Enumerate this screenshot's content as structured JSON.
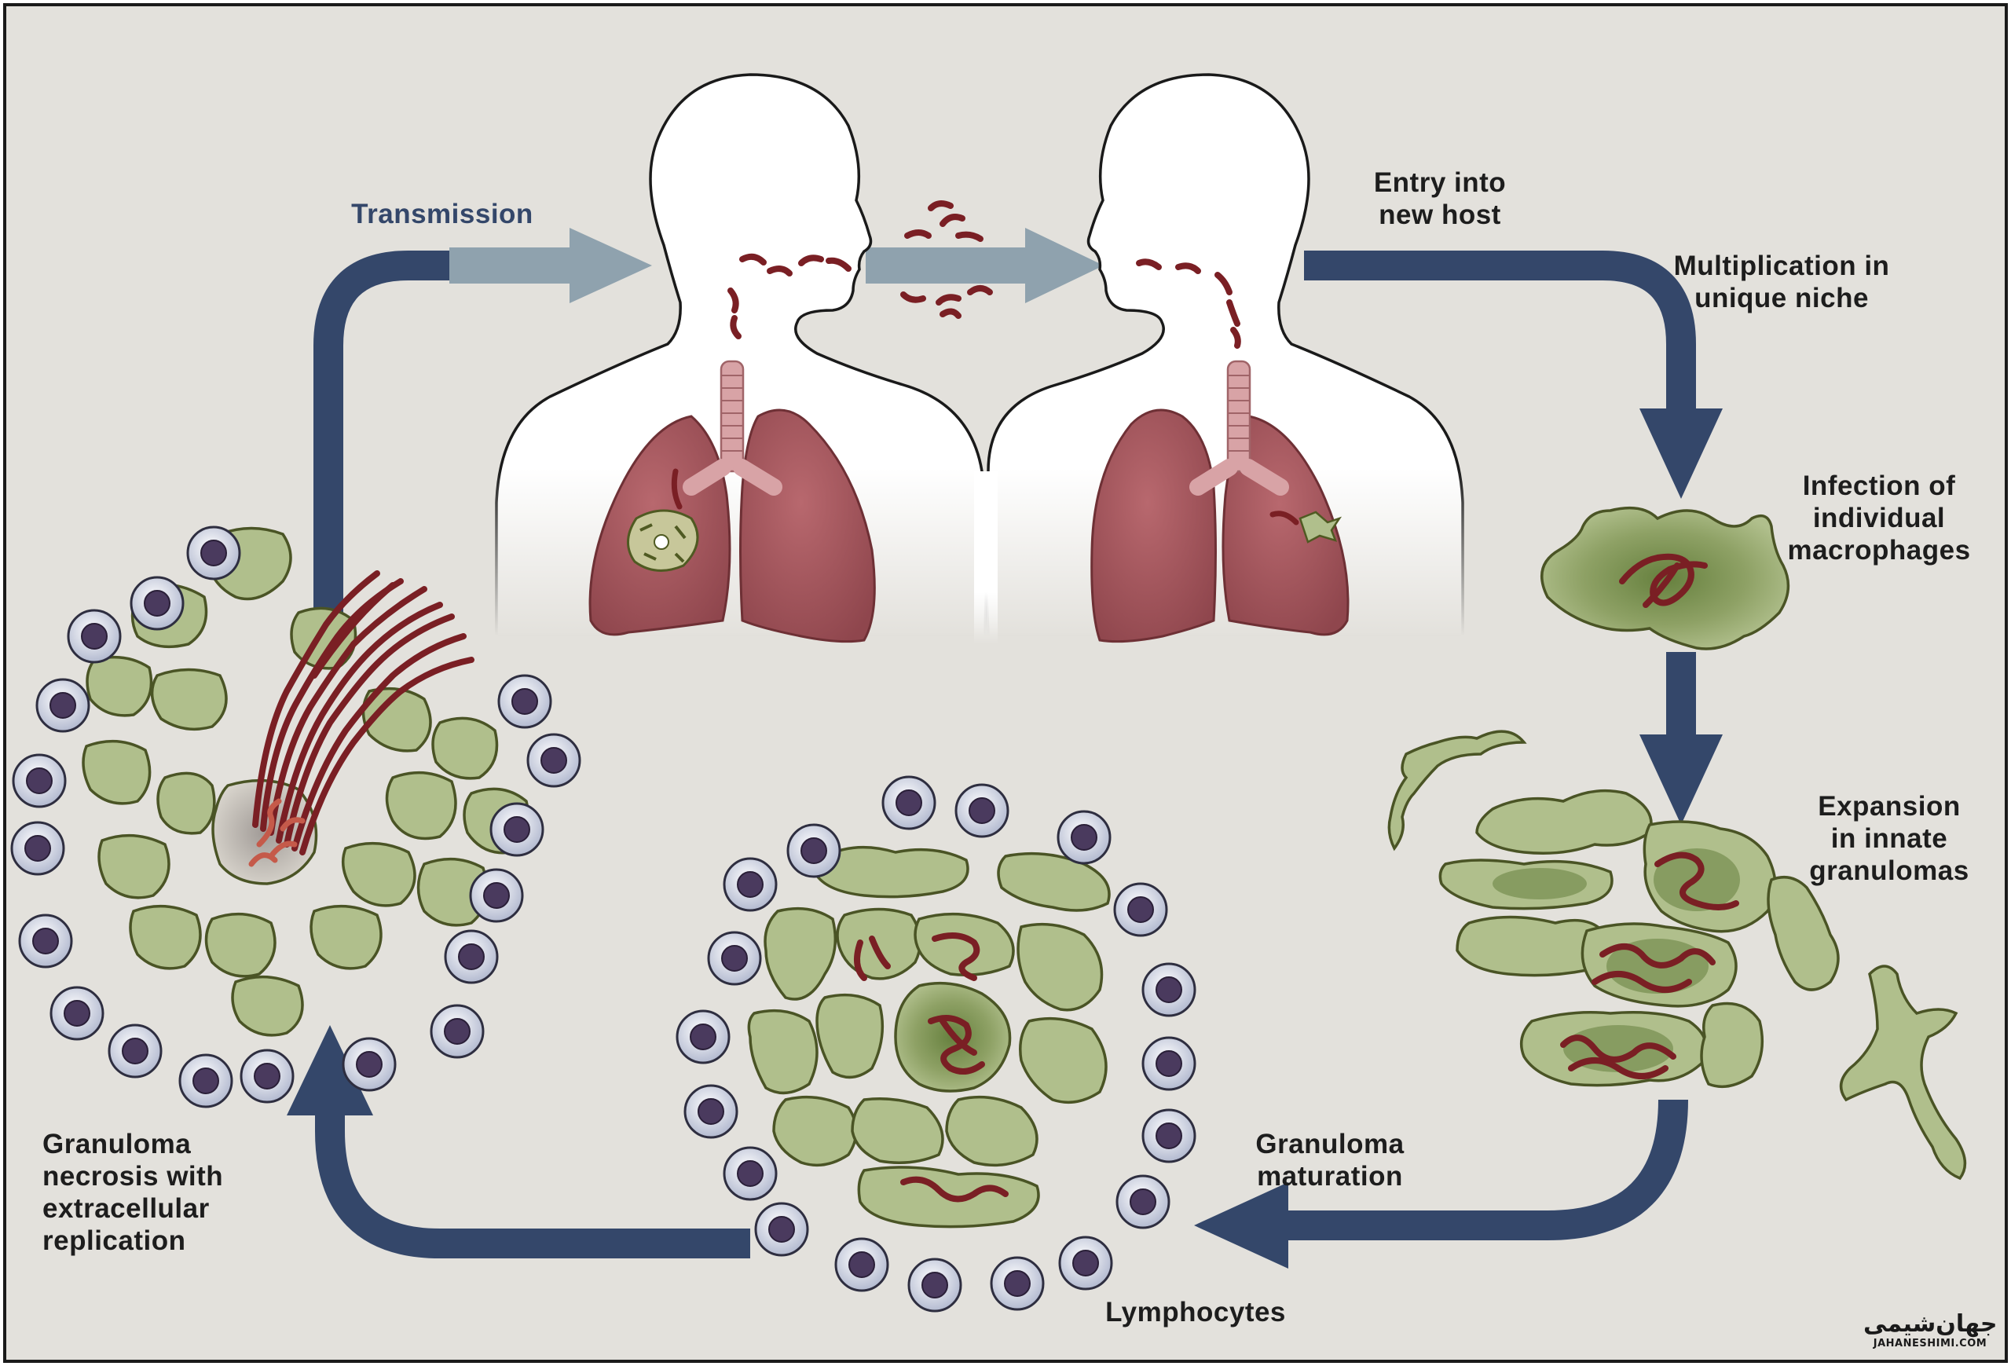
{
  "labels": {
    "transmission": "Transmission",
    "entry": "Entry into\nnew host",
    "multiplication": "Multiplication in\nunique niche",
    "infection": "Infection of\nindividual\nmacrophages",
    "expansion": "Expansion\nin innate\ngranulomas",
    "maturation": "Granuloma\nmaturation",
    "lymphocytes": "Lymphocytes",
    "necrosis": "Granuloma\nnecrosis with\nextracellular\nreplication"
  },
  "watermark": {
    "brand": "جهان‌شیمی",
    "site": "JAHANESHIMI.COM"
  },
  "colors": {
    "background": "#e3e1dc",
    "border": "#1a1a1a",
    "cycle_arrow": "#34476a",
    "transmission_arrow": "#8fa2ae",
    "lung": "#a9595f",
    "trachea": "#d8a3a6",
    "macrophage": "#a8b884",
    "macrophage_center": "#66803e",
    "bacteria": "#7a1f24",
    "lymphocyte_nucleus": "#4a3a5e",
    "lymphocyte_ring": "#b8bfd4",
    "label_text": "#1d1d1d",
    "transmission_text": "#34476a"
  }
}
